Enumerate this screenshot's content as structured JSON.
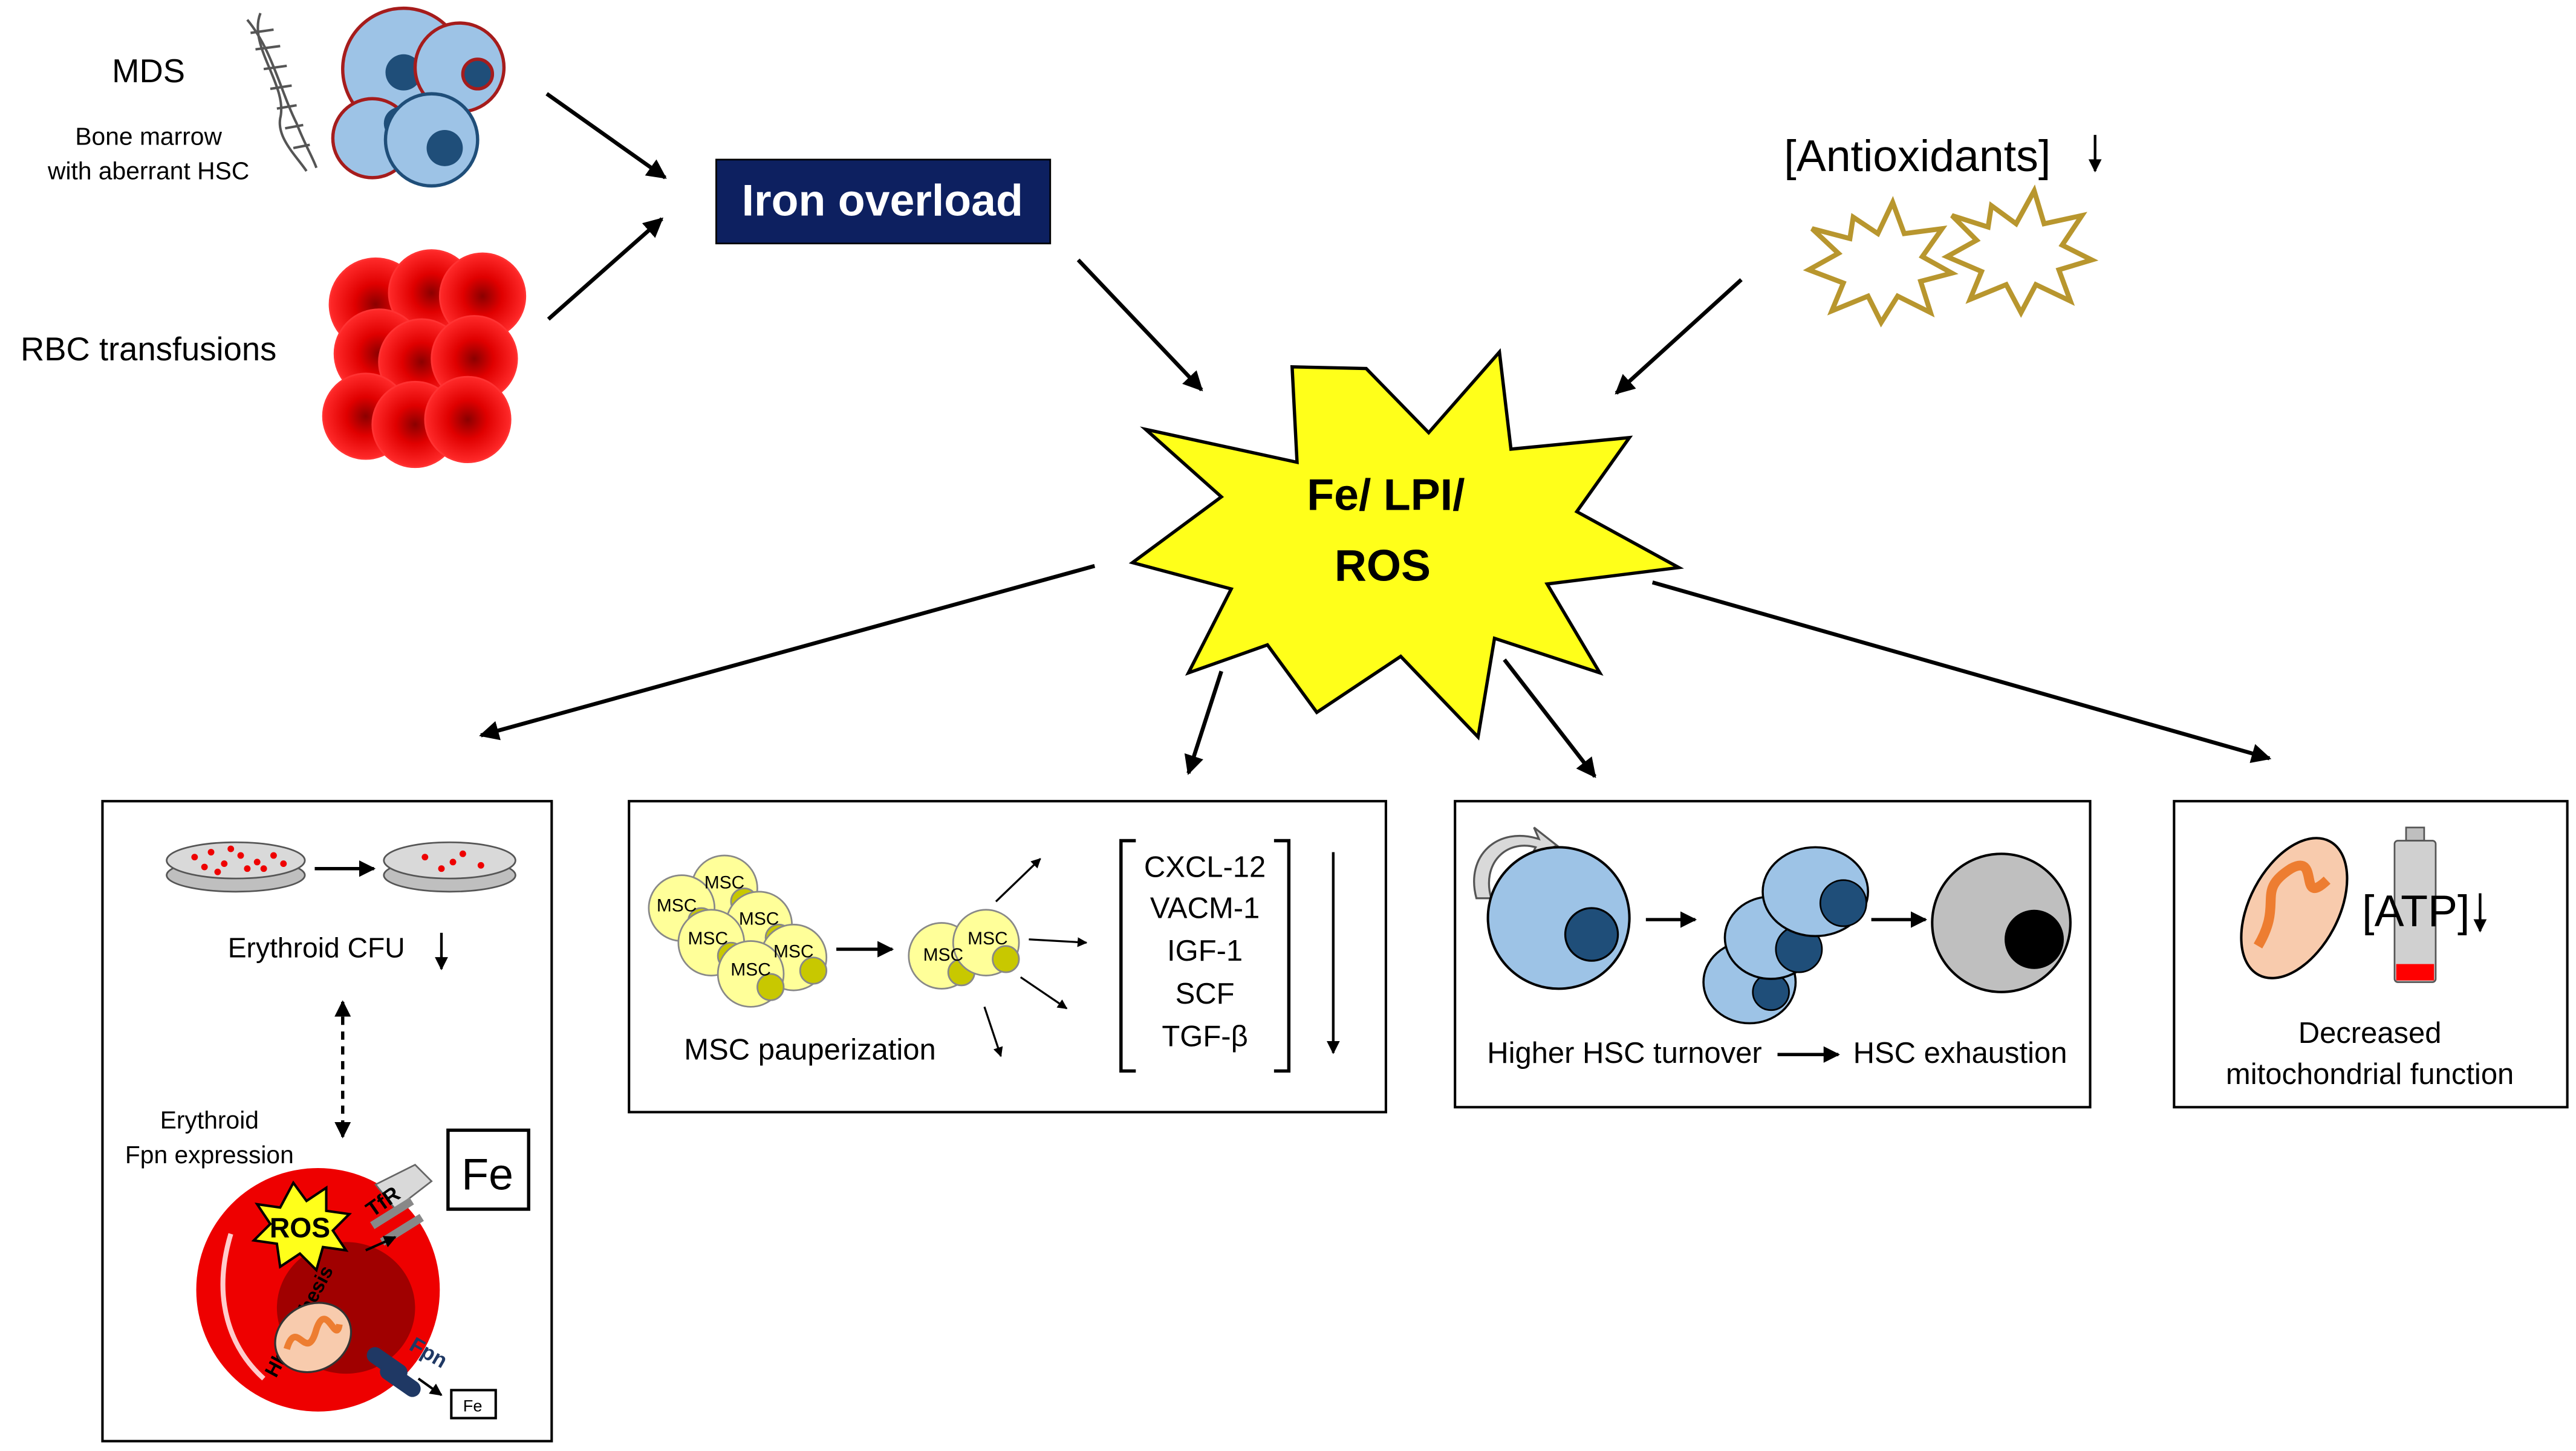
{
  "labels": {
    "mds": "MDS",
    "bone_marrow_line1": "Bone marrow",
    "bone_marrow_line2": "with aberrant HSC",
    "rbc_transfusions": "RBC transfusions",
    "iron_overload": "Iron overload",
    "antioxidants": "[Antioxidants]",
    "center_line1": "Fe/ LPI/",
    "center_line2": "ROS"
  },
  "panel_erythroid": {
    "cfu_label": "Erythroid CFU",
    "fpn_line1": "Erythroid",
    "fpn_line2": "Fpn expression",
    "fe_box": "Fe",
    "ros": "ROS",
    "tfr": "TfR",
    "hb_synthesis": "Hb synthesis",
    "fpn": "Fpn",
    "fe_small": "Fe"
  },
  "panel_msc": {
    "cell_label": "MSC",
    "pauperization": "MSC pauperization",
    "factors": [
      "CXCL-12",
      "VACM-1",
      "IGF-1",
      "SCF",
      "TGF-β"
    ]
  },
  "panel_hsc": {
    "turnover": "Higher HSC turnover",
    "exhaustion": "HSC exhaustion"
  },
  "panel_mito": {
    "atp": "[ATP]",
    "line1": "Decreased",
    "line2": "mitochondrial function"
  },
  "colors": {
    "navy_box": "#0d2060",
    "burst_yellow": "#ffff1a",
    "hsc_blue": "#9dc3e6",
    "nucleus_blue": "#1f4e79",
    "rbc_red": "#ff0000",
    "msc_yellow": "#ffff99",
    "antioxidant_outline": "#b8962e"
  }
}
